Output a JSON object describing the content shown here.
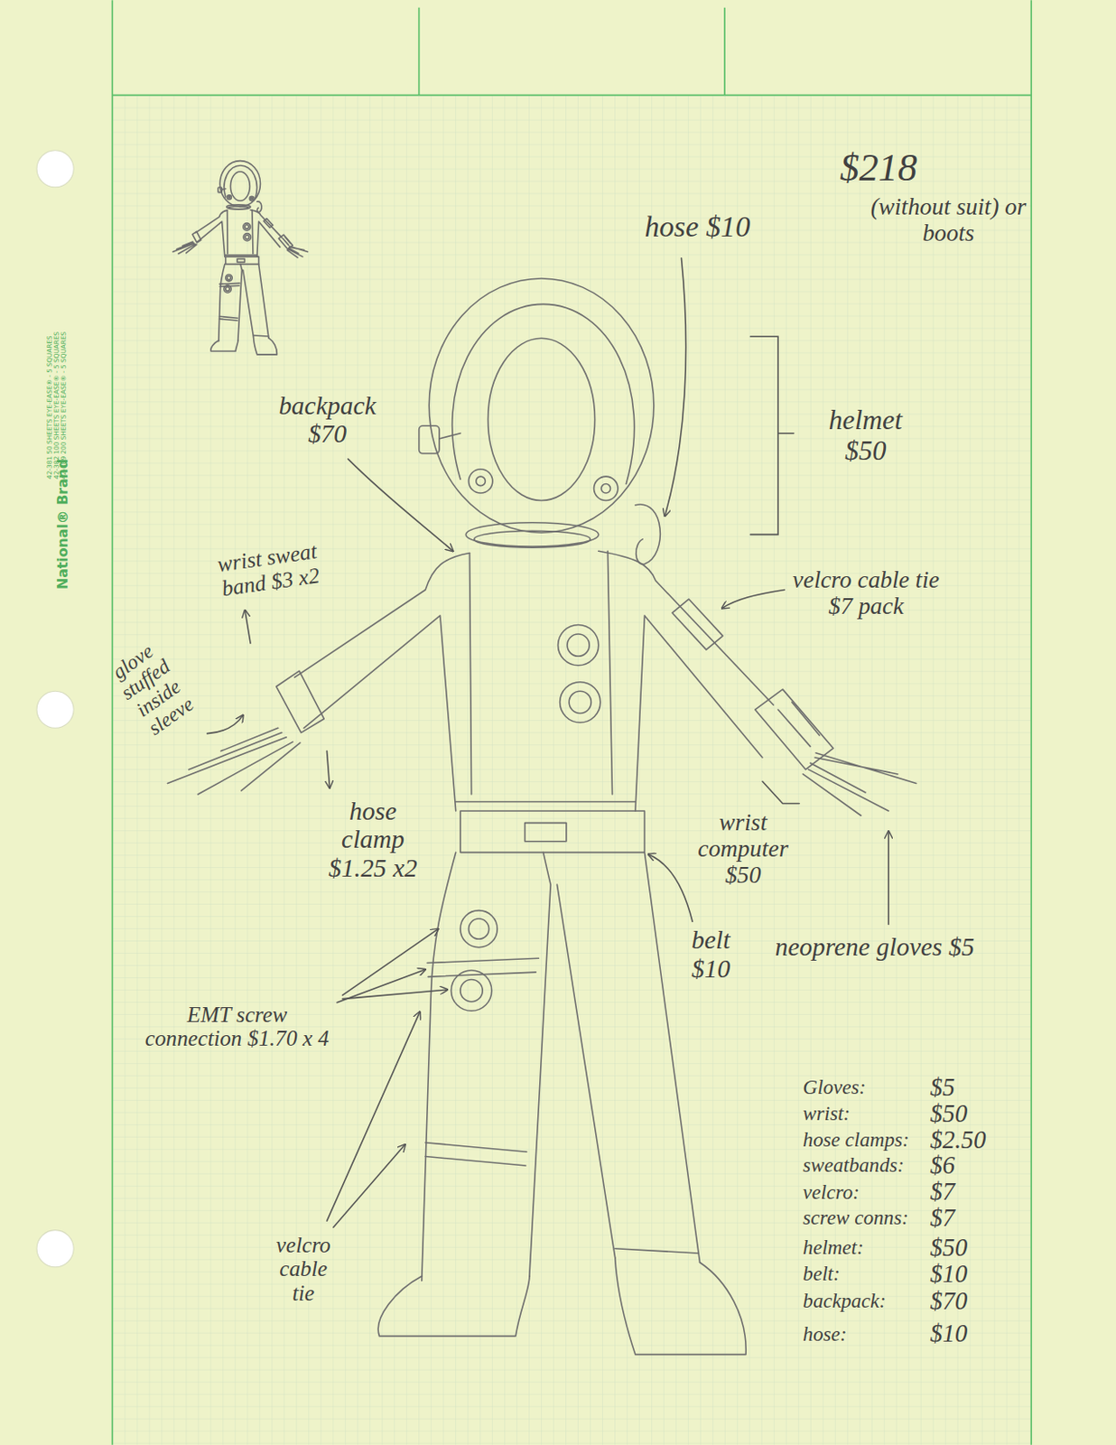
{
  "diagram": {
    "labels": [
      "National® Brand",
      "42-381 50 SHEETS EYE-EASE® - 5 SQUARES",
      "42-382 100 SHEETS EYE-EASE® - 5 SQUARES",
      "42-389 200 SHEETS EYE-EASE® - 5 SQUARES",
      "$218",
      "(without suit) or boots",
      "hose $10",
      "backpack $70",
      "helmet $50",
      "wrist sweat band $3 x2",
      "velcro cable tie $7 pack",
      "glove stuffed inside sleeve",
      "hose clamp $1.25 x2",
      "wrist computer $50",
      "belt $10",
      "neoprene gloves $5",
      "EMT screw connection $1.70 x 4",
      "velcro cable tie",
      "Gloves:",
      "$5",
      "wrist:",
      "$50",
      "hose clamps:",
      "$2.50",
      "sweatbands:",
      "$6",
      "velcro:",
      "$7",
      "screw conns:",
      "$7",
      "helmet:",
      "$50",
      "belt:",
      "$10",
      "backpack:",
      "$70",
      "hose:",
      "$10"
    ]
  }
}
